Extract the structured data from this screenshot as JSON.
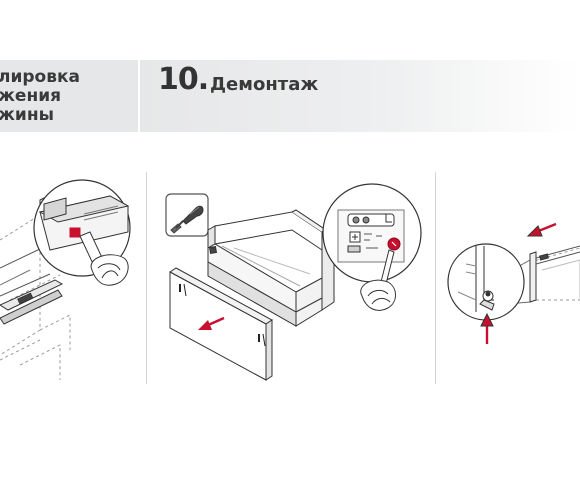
{
  "previous_step": {
    "title_lines": [
      "лировка",
      "жения",
      "жины"
    ]
  },
  "current_step": {
    "number": "10.",
    "title": "Демонтаж"
  },
  "icons": {
    "tool": "screwdriver-icon",
    "removal_arrow": "arrow-icon"
  },
  "colors": {
    "accent": "#c8102e",
    "header_bg": "#e6e7e8",
    "line": "#333333"
  }
}
